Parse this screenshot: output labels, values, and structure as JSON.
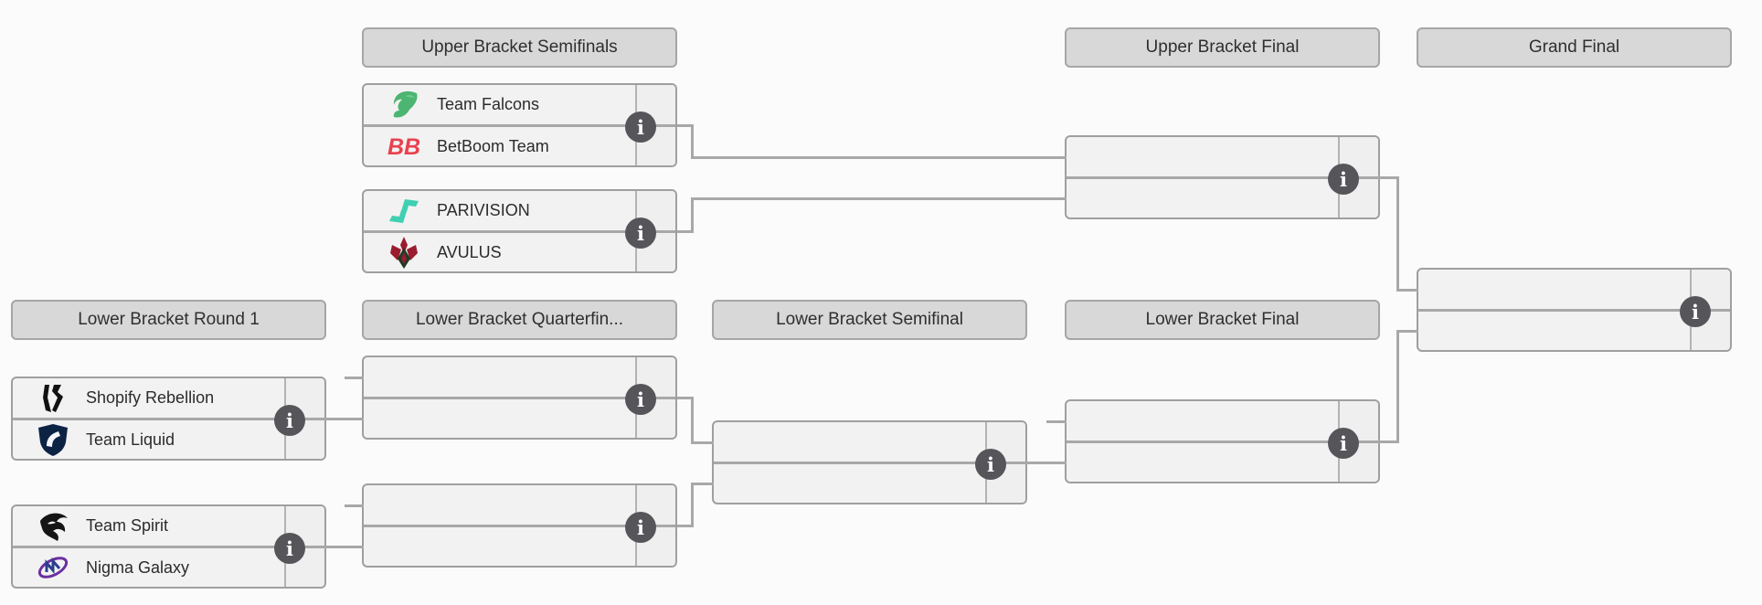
{
  "page": {
    "title": "Double Elimination Playoff Bracket",
    "background": "#fbfbfb"
  },
  "colors": {
    "header_bg": "#d8d8d8",
    "header_border": "#a6a6a6",
    "match_bg": "#f2f2f2",
    "match_border": "#9f9f9f",
    "row_divider": "#a8a8a8",
    "connector": "#a8a8a8",
    "info_badge_bg": "#56565a",
    "info_badge_fg": "#ffffff",
    "text": "#2b2b2b"
  },
  "icons": {
    "info": "info-icon",
    "info_glyph": "i",
    "team_falcons": "team-falcons-falcon-icon",
    "betboom_team": "betboom-bb-icon",
    "parivision": "parivision-pinwheel-icon",
    "avulus": "avulus-crest-icon",
    "shopify_rebellion": "shopify-rebellion-mark-icon",
    "team_liquid": "team-liquid-horse-shield-icon",
    "team_spirit": "team-spirit-dragon-icon",
    "nigma_galaxy": "nigma-galaxy-swirl-icon"
  },
  "headers": {
    "upper_bracket_semifinals": "Upper Bracket Semifinals",
    "upper_bracket_final": "Upper Bracket Final",
    "grand_final": "Grand Final",
    "lower_bracket_round_1": "Lower Bracket Round 1",
    "lower_bracket_quarterfinals": "Lower Bracket Quarterfin...",
    "lower_bracket_semifinal": "Lower Bracket Semifinal",
    "lower_bracket_final": "Lower Bracket Final"
  },
  "matches": {
    "upper_semifinal_1": {
      "top": {
        "name": "Team Falcons",
        "score": "",
        "logo_color": "#4cb571"
      },
      "bottom": {
        "name": "BetBoom Team",
        "score": "",
        "logo_color": "#e8414e"
      }
    },
    "upper_semifinal_2": {
      "top": {
        "name": "PARIVISION",
        "score": "",
        "logo_color": "#3fd0b2"
      },
      "bottom": {
        "name": "AVULUS",
        "score": "",
        "logo_color": "#9b1c2e"
      }
    },
    "upper_final": {
      "top": {
        "name": "",
        "score": ""
      },
      "bottom": {
        "name": "",
        "score": ""
      }
    },
    "grand_final": {
      "top": {
        "name": "",
        "score": ""
      },
      "bottom": {
        "name": "",
        "score": ""
      }
    },
    "lower_round1_1": {
      "top": {
        "name": "Shopify Rebellion",
        "score": "",
        "logo_color": "#111111"
      },
      "bottom": {
        "name": "Team Liquid",
        "score": "",
        "logo_color": "#0d2344"
      }
    },
    "lower_round1_2": {
      "top": {
        "name": "Team Spirit",
        "score": "",
        "logo_color": "#151515"
      },
      "bottom": {
        "name": "Nigma Galaxy",
        "score": "",
        "logo_color": "#6b2fa0"
      }
    },
    "lower_quarterfinal_1": {
      "top": {
        "name": "",
        "score": ""
      },
      "bottom": {
        "name": "",
        "score": ""
      }
    },
    "lower_quarterfinal_2": {
      "top": {
        "name": "",
        "score": ""
      },
      "bottom": {
        "name": "",
        "score": ""
      }
    },
    "lower_semifinal": {
      "top": {
        "name": "",
        "score": ""
      },
      "bottom": {
        "name": "",
        "score": ""
      }
    },
    "lower_final": {
      "top": {
        "name": "",
        "score": ""
      },
      "bottom": {
        "name": "",
        "score": ""
      }
    }
  }
}
